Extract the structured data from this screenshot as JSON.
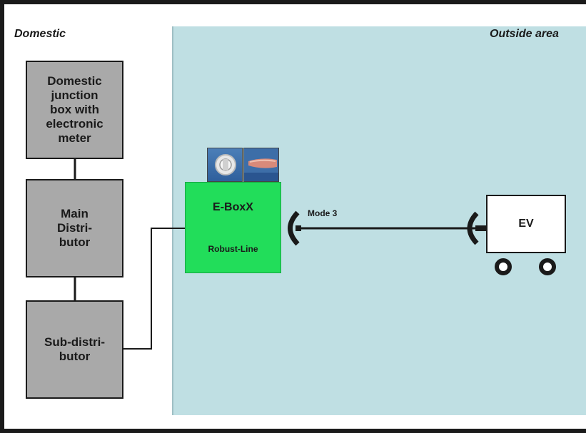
{
  "areas": {
    "domestic_label": "Domestic",
    "outside_label": "Outside area"
  },
  "boxes": {
    "junction": "Domestic\njunction\nbox with\nelectronic\nmeter",
    "main_distributor": "Main\nDistri-\nbutor",
    "sub_distributor": "Sub-distri-\nbutor"
  },
  "eboxx": {
    "title": "E-BoxX",
    "subtitle": "Robust-Line"
  },
  "connection": {
    "mode_label": "Mode 3"
  },
  "vehicle": {
    "label": "EV"
  },
  "colors": {
    "outside_area": "#bfdfe3",
    "domestic_boxes": "#a9a9a9",
    "eboxx": "#22dd5a",
    "vehicle": "#ffffff"
  },
  "icons": [
    "power-socket-icon",
    "charging-plug-icon",
    "wheel-icon"
  ]
}
